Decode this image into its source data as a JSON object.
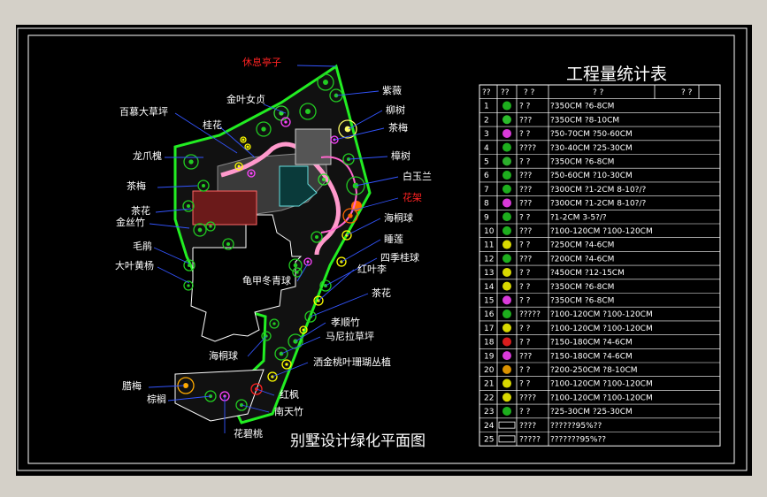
{
  "drawing_title": "别墅设计绿化平面图",
  "table_title": "工程量统计表",
  "table_headers": [
    "??",
    "??",
    "?  ?",
    "?  ?",
    "?  ?"
  ],
  "table_rows": [
    {
      "no": "1",
      "sym_color": "#22cc22",
      "name": "?  ?",
      "spec": "?350CM  ?6-8CM"
    },
    {
      "no": "2",
      "sym_color": "#33dd33",
      "name": "???",
      "spec": "?350CM  ?8-10CM"
    },
    {
      "no": "3",
      "sym_color": "#ff44ff",
      "name": "?  ?",
      "spec": "?50-70CM  ?50-60CM"
    },
    {
      "no": "4",
      "sym_color": "#22cc22",
      "name": "????",
      "spec": "?30-40CM  ?25-30CM"
    },
    {
      "no": "5",
      "sym_color": "#33cc33",
      "name": "?  ?",
      "spec": "?350CM  ?6-8CM"
    },
    {
      "no": "6",
      "sym_color": "#22cc22",
      "name": "???",
      "spec": "?50-60CM  ?10-30CM"
    },
    {
      "no": "7",
      "sym_color": "#22cc22",
      "name": "???",
      "spec": "?300CM  ?1-2CM  8-10?/?"
    },
    {
      "no": "8",
      "sym_color": "#ff44ff",
      "name": "???",
      "spec": "?300CM  ?1-2CM  8-10?/?"
    },
    {
      "no": "9",
      "sym_color": "#22cc22",
      "name": "?  ?",
      "spec": "  ?1-2CM  3-5?/?"
    },
    {
      "no": "10",
      "sym_color": "#22cc22",
      "name": "???",
      "spec": "?100-120CM   ?100-120CM"
    },
    {
      "no": "11",
      "sym_color": "#ffff00",
      "name": "?  ?",
      "spec": "?250CM  ?4-6CM"
    },
    {
      "no": "12",
      "sym_color": "#22cc22",
      "name": "???",
      "spec": "?200CM  ?4-6CM"
    },
    {
      "no": "13",
      "sym_color": "#ffff00",
      "name": "?  ?",
      "spec": "?450CM  ?12-15CM"
    },
    {
      "no": "14",
      "sym_color": "#ffff00",
      "name": "?  ?",
      "spec": "?350CM  ?6-8CM"
    },
    {
      "no": "15",
      "sym_color": "#ff44ff",
      "name": "?  ?",
      "spec": "?350CM  ?6-8CM"
    },
    {
      "no": "16",
      "sym_color": "#22cc22",
      "name": "?????",
      "spec": "?100-120CM  ?100-120CM"
    },
    {
      "no": "17",
      "sym_color": "#ffff00",
      "name": "?  ?",
      "spec": "?100-120CM   ?100-120CM"
    },
    {
      "no": "18",
      "sym_color": "#ff2222",
      "name": "?  ?",
      "spec": "?150-180CM   ?4-6CM"
    },
    {
      "no": "19",
      "sym_color": "#ff44ff",
      "name": "???",
      "spec": "?150-180CM   ?4-6CM"
    },
    {
      "no": "20",
      "sym_color": "#ffaa00",
      "name": "?  ?",
      "spec": "?200-250CM   ?8-10CM"
    },
    {
      "no": "21",
      "sym_color": "#ffff00",
      "name": "?  ?",
      "spec": "?100-120CM  ?100-120CM"
    },
    {
      "no": "22",
      "sym_color": "#ffff00",
      "name": "????",
      "spec": "?100-120CM  ?100-120CM"
    },
    {
      "no": "23",
      "sym_color": "#22cc22",
      "name": "?  ?",
      "spec": "?25-30CM   ?25-30CM"
    },
    {
      "no": "24",
      "sym_color": "#ffffff",
      "name": "????",
      "spec": "??????95%??"
    },
    {
      "no": "25",
      "sym_color": "#ffffff",
      "name": "?????",
      "spec": "???????95%??"
    }
  ],
  "labels_left": [
    "百慕大草坪",
    "桂花",
    "龙爪槐",
    "茶梅",
    "茶花",
    "金丝竹",
    "毛鹃",
    "大叶黄杨",
    "腊梅",
    "棕榈",
    "花碧桃"
  ],
  "labels_top": [
    "休息亭子",
    "金叶女贞"
  ],
  "labels_right": [
    "紫薇",
    "柳树",
    "茶梅",
    "樟树",
    "白玉兰",
    "花架",
    "海桐球",
    "睡莲",
    "四季桂球",
    "红叶李",
    "茶花",
    "孝顺竹",
    "马尼拉草坪",
    "洒金桃叶珊瑚丛植",
    "红枫",
    "南天竹"
  ],
  "labels_inner": [
    "龟甲冬青球",
    "海桐球"
  ],
  "colors": {
    "label_red": "#ff2222",
    "label_white": "#ffffff",
    "line_blue": "#3355ff"
  }
}
